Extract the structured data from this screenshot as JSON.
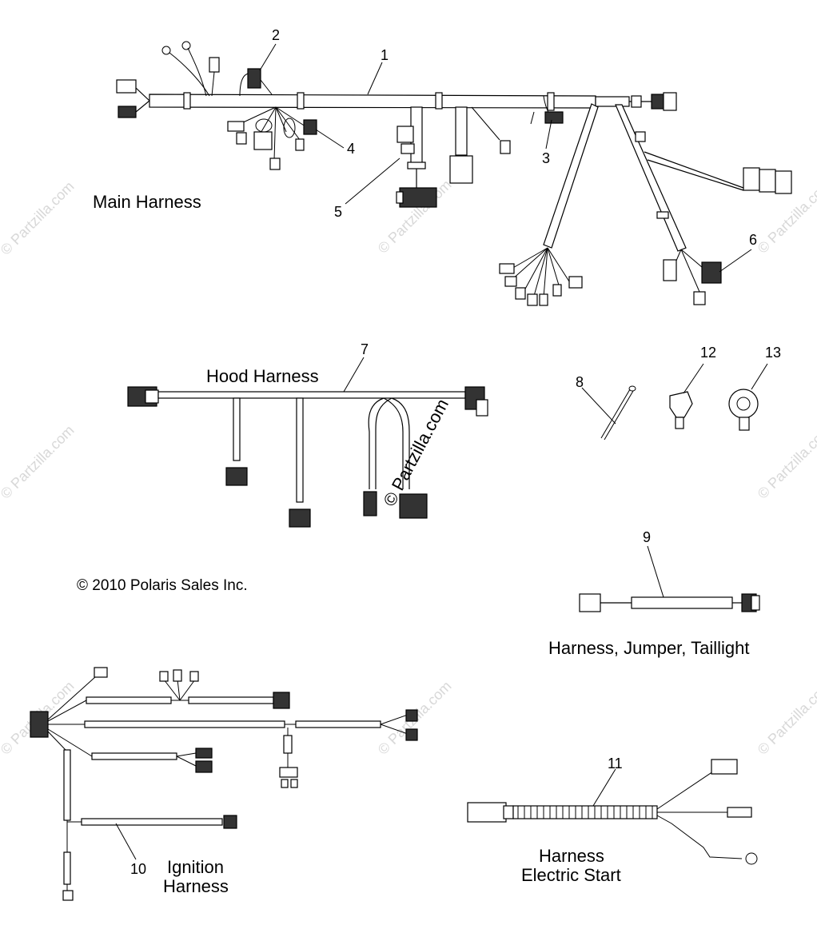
{
  "watermark": "© Partzilla.com",
  "copyright": "© 2010 Polaris Sales Inc.",
  "groups": {
    "main": "Main Harness",
    "hood": "Hood Harness",
    "taillight": "Harness, Jumper, Taillight",
    "ignition_line1": "Ignition",
    "ignition_line2": "Harness",
    "estart_line1": "Harness",
    "estart_line2": "Electric Start"
  },
  "callouts": [
    "1",
    "2",
    "3",
    "4",
    "5",
    "6",
    "7",
    "8",
    "9",
    "10",
    "11",
    "12",
    "13"
  ]
}
